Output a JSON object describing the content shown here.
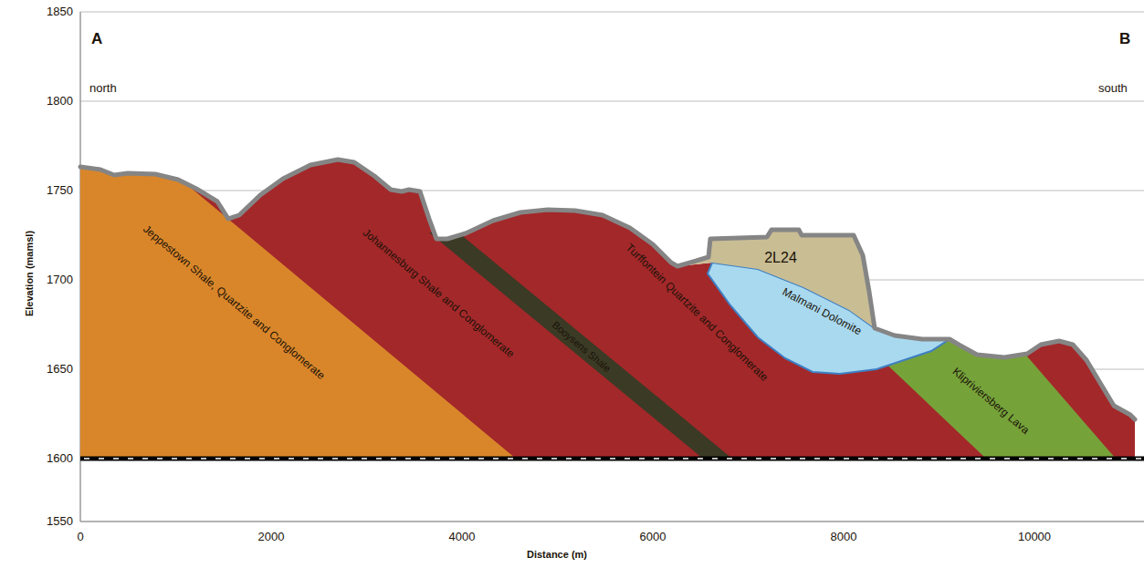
{
  "diagram": {
    "labels": [
      "A",
      "north",
      "B",
      "south",
      "2L24",
      "Jeppestown Shale, Quartzite and Conglomerate",
      "Johannesburg Shale and Conglomerate",
      "Booysens Shale",
      "Turffontein Quartzite and Conglomerate",
      "Malmani Dolomite",
      "Klipriviersberg Lava",
      "Elevation (mamsl)",
      "Distance (m)",
      "1850",
      "1800",
      "1750",
      "1700",
      "1650",
      "1600",
      "1550",
      "0",
      "2000",
      "4000",
      "6000",
      "8000",
      "10000"
    ]
  }
}
